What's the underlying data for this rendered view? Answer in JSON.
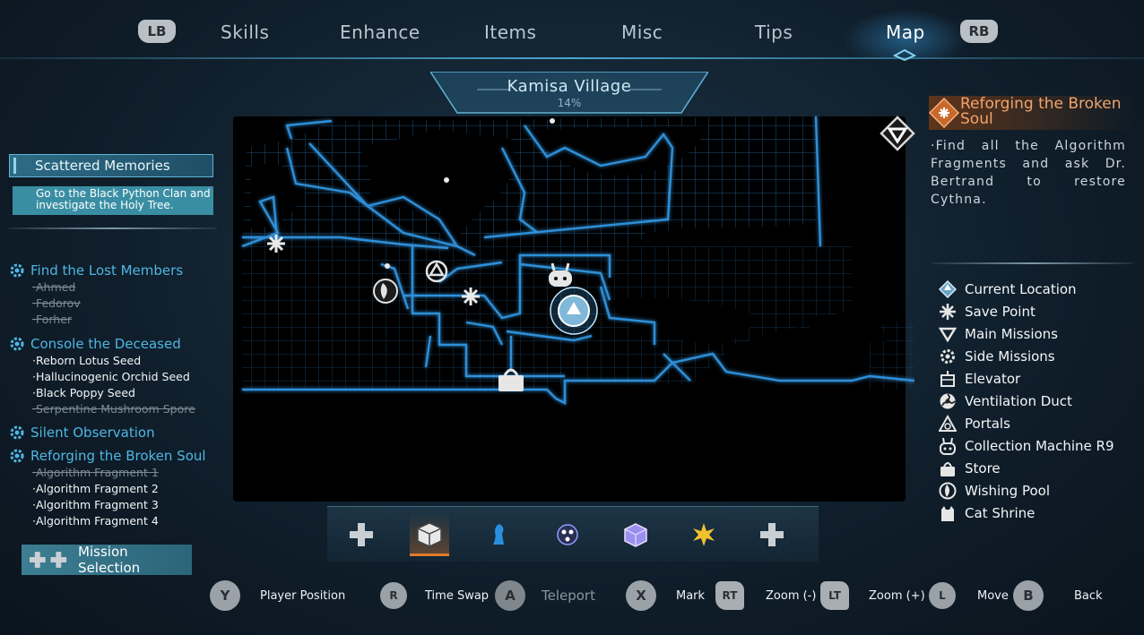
{
  "tabs": {
    "left_bumper": "LB",
    "right_bumper": "RB",
    "items": [
      "Skills",
      "Enhance",
      "Items",
      "Misc",
      "Tips",
      "Map"
    ],
    "active": "Map"
  },
  "region": {
    "name": "Kamisa Village",
    "progress": "14%"
  },
  "left_panel": {
    "active_mission": "Scattered Memories",
    "active_description": "Go to the Black Python Clan and investigate the Holy Tree.",
    "groups": [
      {
        "title": "Find the Lost Members",
        "items": [
          {
            "label": "·Ahmed",
            "done": true
          },
          {
            "label": "·Fedorov",
            "done": true
          },
          {
            "label": "·Forher",
            "done": true
          }
        ]
      },
      {
        "title": "Console the Deceased",
        "items": [
          {
            "label": "·Reborn Lotus Seed",
            "done": false
          },
          {
            "label": "·Hallucinogenic Orchid Seed",
            "done": false
          },
          {
            "label": "·Black Poppy Seed",
            "done": false
          },
          {
            "label": "·Serpentine Mushroom Spore",
            "done": true
          }
        ]
      },
      {
        "title": "Silent Observation",
        "items": []
      },
      {
        "title": "Reforging the Broken Soul",
        "items": [
          {
            "label": "·Algorithm Fragment 1",
            "done": true
          },
          {
            "label": "·Algorithm Fragment 2",
            "done": false
          },
          {
            "label": "·Algorithm Fragment 3",
            "done": false
          },
          {
            "label": "·Algorithm Fragment 4",
            "done": false
          }
        ]
      }
    ],
    "mission_selection": "Mission Selection"
  },
  "tracked": {
    "title": "Reforging the Broken Soul",
    "description": "·Find all the Algorithm Fragments and ask Dr. Bertrand to restore Cythna."
  },
  "legend": [
    {
      "icon": "current-location-icon",
      "label": "Current Location"
    },
    {
      "icon": "save-point-icon",
      "label": "Save Point"
    },
    {
      "icon": "main-mission-icon",
      "label": "Main Missions"
    },
    {
      "icon": "side-mission-icon",
      "label": "Side Missions"
    },
    {
      "icon": "elevator-icon",
      "label": "Elevator"
    },
    {
      "icon": "ventilation-duct-icon",
      "label": "Ventilation Duct"
    },
    {
      "icon": "portal-icon",
      "label": "Portals"
    },
    {
      "icon": "collection-machine-icon",
      "label": "Collection Machine R9"
    },
    {
      "icon": "store-icon",
      "label": "Store"
    },
    {
      "icon": "wishing-pool-icon",
      "label": "Wishing Pool"
    },
    {
      "icon": "cat-shrine-icon",
      "label": "Cat Shrine"
    }
  ],
  "controls": [
    {
      "button": "Y",
      "label": "Player Position"
    },
    {
      "button": "R",
      "label": "Time Swap"
    },
    {
      "button": "A",
      "label": "Teleport",
      "disabled": true
    },
    {
      "button": "X",
      "label": "Mark"
    },
    {
      "button": "RT",
      "label": "Zoom (-)"
    },
    {
      "button": "LT",
      "label": "Zoom (+)"
    },
    {
      "button": "L",
      "label": "Move"
    },
    {
      "button": "B",
      "label": "Back"
    }
  ],
  "colors": {
    "accent": "#4fb6e3",
    "tracked": "#f2a46a",
    "map_line": "#2f8fd8"
  }
}
